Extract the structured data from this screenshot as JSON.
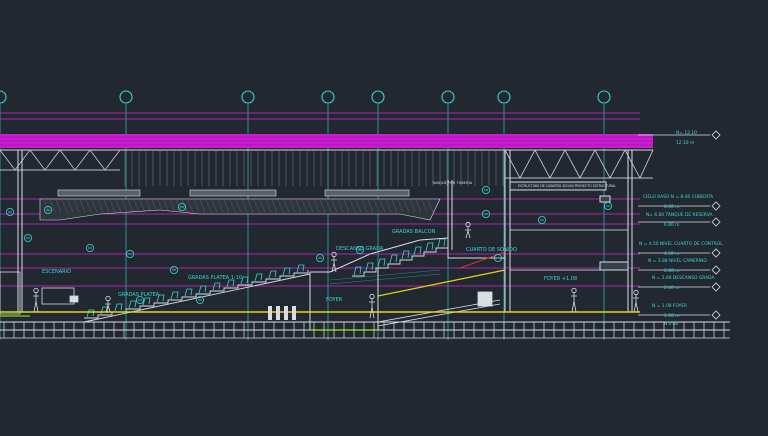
{
  "drawing": {
    "colors": {
      "background": "#212830",
      "axis": "#3ad6d6",
      "roof": "#c81ed0",
      "magenta": "#e020e0",
      "structure": "#d8dde3",
      "green": "#7ed321",
      "yellow": "#e8d21a",
      "red": "#e03030",
      "cyan_text": "#3ad6d6"
    },
    "axis_markers": [
      "",
      "",
      "",
      "",
      "",
      "",
      "",
      ""
    ],
    "room_labels": {
      "escenario": "ESCENARIO",
      "gradas_platea": "GRADAS PLATEA",
      "gradas_platea_range": "GRADAS PLATEA 1-10",
      "descanso_grada": "DESCANSO GRADA",
      "gradas_balcon": "GRADAS BALCON",
      "cuarto_sonido": "CUARTO DE SONIDO",
      "foyer_left": "FOYER",
      "foyer_right": "FOYER +1.08",
      "tanque_note": "TANQUE POR TUBERIA",
      "estructura_note": "ESTRUCTURA DE CUBIERTA SEGUN PROYECTO ESTRUCTURAL"
    },
    "level_labels": [
      {
        "text": "N= 12.10"
      },
      {
        "text": "12.10 m"
      },
      {
        "text": "CIELO RASO N = 8.00 CUBIERTA"
      },
      {
        "text": "8.00 m"
      },
      {
        "text": "N= 6.80 TANQUE DE RESERVA"
      },
      {
        "text": "6.80 m"
      },
      {
        "text": "N = 4.50 NIVEL CUARTO DE CONTROL"
      },
      {
        "text": "4.50 m"
      },
      {
        "text": "N = 3.88 NIVEL CAMERINO"
      },
      {
        "text": "2.88 m"
      },
      {
        "text": "N = 2.84 DESCANSO GRADA"
      },
      {
        "text": "2.60 m"
      },
      {
        "text": "N = 1.08 FOYER"
      },
      {
        "text": "1.08 m"
      },
      {
        "text": "N 0.00"
      }
    ]
  }
}
